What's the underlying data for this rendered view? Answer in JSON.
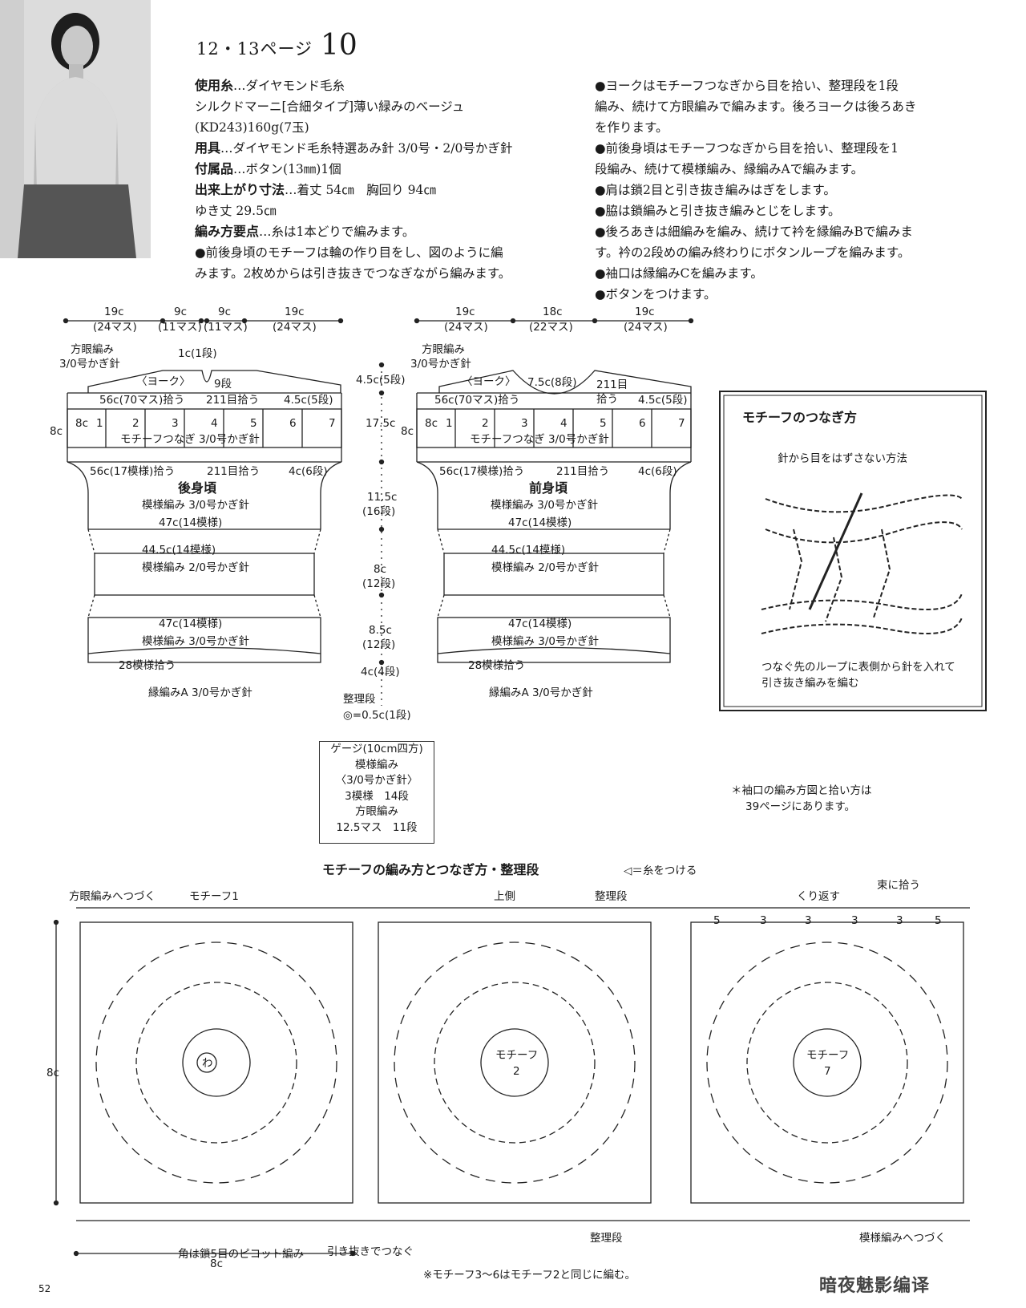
{
  "header": {
    "pages": "12・13ページ",
    "pattern_number": "10"
  },
  "materials": {
    "yarn_label": "使用糸",
    "yarn_value": "…ダイヤモンド毛糸",
    "yarn_line2": "シルクドマーニ[合細タイプ]薄い緑みのベージュ",
    "yarn_line3": "(KD243)160g(7玉)",
    "tools_label": "用具",
    "tools_value": "…ダイヤモンド毛糸特選あみ針 3/0号・2/0号かぎ針",
    "parts_label": "付属品",
    "parts_value": "…ボタン(13㎜)1個",
    "size_label": "出来上がり寸法",
    "size_value": "…着丈 54㎝　胸回り 94㎝",
    "size_line2": "ゆき丈 29.5㎝",
    "method_label": "編み方要点",
    "method_value": "…糸は1本どりで編みます。",
    "method_line2": "●前後身頃のモチーフは輪の作り目をし、図のように編",
    "method_line3": "みます。2枚めからは引き抜きでつなぎながら編みます。"
  },
  "instructions": [
    "●ヨークはモチーフつなぎから目を拾い、整理段を1段",
    "編み、続けて方眼編みで編みます。後ろヨークは後ろあき",
    "を作ります。",
    "●前後身頃はモチーフつなぎから目を拾い、整理段を1",
    "段編み、続けて模様編み、縁編みAで編みます。",
    "●肩は鎖2目と引き抜き編みはぎをします。",
    "●脇は鎖編みと引き抜き編みとじをします。",
    "●後ろあきは細編みを編み、続けて衿を縁編みBで編みま",
    "す。衿の2段めの編み終わりにボタンループを編みます。",
    "●袖口は縁編みCを編みます。",
    "●ボタンをつけます。"
  ],
  "back": {
    "dims": [
      "19c",
      "(24マス)",
      "9c",
      "(11マス)",
      "9c",
      "(11マス)",
      "19c",
      "(24マス)"
    ],
    "hougan1": "方眼編み",
    "hougan2": "3/0号かぎ針",
    "yoke": "〈ヨーク〉",
    "neck": "1c(1段)",
    "row9": "9段",
    "pick56": "56c(70マス)拾う",
    "pick211": "211目拾う",
    "yoke45": "4.5c(5段)",
    "c8": "8c",
    "m_nums": [
      "1",
      "2",
      "3",
      "4",
      "5",
      "6",
      "7"
    ],
    "motif": "モチーフつなぎ 3/0号かぎ針",
    "pick56b": "56c(17模様)拾う",
    "pick211b": "211目拾う",
    "c4": "4c(6段)",
    "name": "後身頃",
    "pattern1": "模様編み 3/0号かぎ針",
    "w47": "47c(14模様)",
    "w445": "44.5c(14模様)",
    "pattern2": "模様編み 2/0号かぎ針",
    "w47b": "47c(14模様)",
    "pattern3": "模様編み 3/0号かぎ針",
    "pick28": "28模様拾う",
    "edge": "縁編みA 3/0号かぎ針"
  },
  "front": {
    "dims": [
      "19c",
      "(24マス)",
      "18c",
      "(22マス)",
      "19c",
      "(24マス)"
    ],
    "hougan1": "方眼編み",
    "hougan2": "3/0号かぎ針",
    "yoke": "〈ヨーク〉",
    "neck": "7.5c(8段)",
    "pick211": "211目",
    "pick211b": "拾う",
    "yoke45": "4.5c(5段)",
    "pick56": "56c(70マス)拾う",
    "c8": "8c",
    "m_nums": [
      "1",
      "2",
      "3",
      "4",
      "5",
      "6",
      "7"
    ],
    "motif": "モチーフつなぎ 3/0号かぎ針",
    "pick56b": "56c(17模様)拾う",
    "pick211c": "211目拾う",
    "c4": "4c(6段)",
    "name": "前身頃",
    "pattern1": "模様編み 3/0号かぎ針",
    "w47": "47c(14模様)",
    "w445": "44.5c(14模様)",
    "pattern2": "模様編み 2/0号かぎ針",
    "w47b": "47c(14模様)",
    "pattern3": "模様編み 3/0号かぎ針",
    "pick28": "28模様拾う",
    "edge": "縁編みA 3/0号かぎ針"
  },
  "center_dims": [
    "4.5c(5段)",
    "17.5c",
    "11.5c",
    "(16段)",
    "8c",
    "(12段)",
    "8.5c",
    "(12段)",
    "4c(4段)",
    "整理段",
    "◎=0.5c(1段)"
  ],
  "gauge": [
    "ゲージ(10cm四方)",
    "模様編み",
    "〈3/0号かぎ針〉",
    "3模様　14段",
    "方眼編み",
    "12.5マス　11段"
  ],
  "join_box": {
    "title": "モチーフのつなぎ方",
    "subtitle": "針から目をはずさない方法",
    "caption1": "つなぐ先のループに表側から針を入れて",
    "caption2": "引き抜き編みを編む"
  },
  "sleeve_note": [
    "＊袖口の編み方図と拾い方は",
    "39ページにあります。"
  ],
  "chart": {
    "title": "モチーフの編み方とつなぎ方・整理段",
    "legend": "◁＝糸をつける",
    "to_hougan": "方眼編みへつづく",
    "motif1": "モチーフ1",
    "upper": "上側",
    "seiri": "整理段",
    "repeat": "くり返す",
    "bundle": "束に拾う",
    "c8": "8c",
    "motif2": "モチーフ",
    "motif2n": "2",
    "motif7": "モチーフ",
    "motif7n": "7",
    "wa": "わ",
    "corner": "角は鎖5目のピコット編み",
    "slipjoin": "引き抜きでつなぐ",
    "seiri2": "整理段",
    "to_pattern": "模様編みへつづく",
    "width": "8c",
    "footnote": "※モチーフ3〜6はモチーフ2と同じに編む。",
    "counts": [
      "5",
      "3",
      "3",
      "3",
      "3",
      "5"
    ]
  },
  "page_number": "52",
  "watermark": "暗夜魅影编译"
}
